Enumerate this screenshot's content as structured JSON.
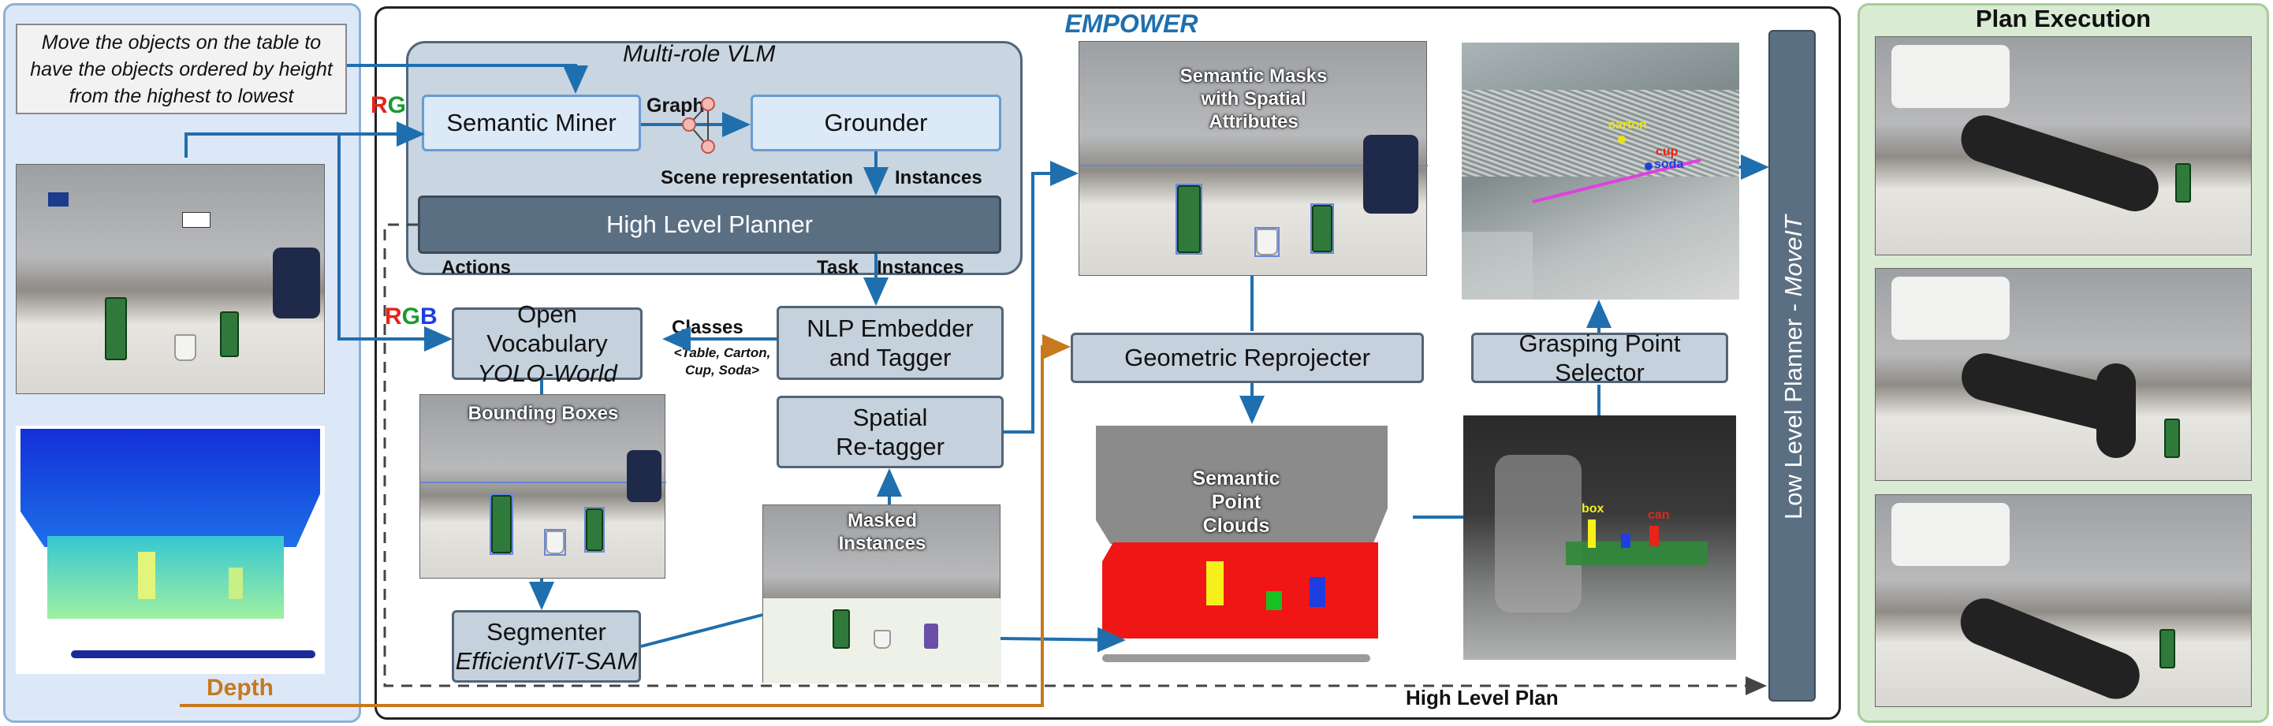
{
  "title": "EMPOWER",
  "instruction": "Move the objects on the table to have the objects ordered by height from the highest to lowest",
  "rgb_labels": {
    "r": "R",
    "g": "G",
    "b": "B"
  },
  "depth_label": "Depth",
  "vlm_title": "Multi-role VLM",
  "semantic_miner": "Semantic Miner",
  "graph_label": "Graph",
  "grounder": "Grounder",
  "scene_representation": "Scene representation",
  "instances_top": "Instances",
  "high_level_planner": "High Level Planner",
  "actions": "Actions",
  "task": "Task",
  "instances_bottom": "Instances",
  "open_vocab_line1": "Open Vocabulary",
  "open_vocab_line2": "YOLO-World",
  "classes_label": "Classes",
  "classes_list_1": "<Table, Carton,",
  "classes_list_2": "Cup, Soda>",
  "nlp_line1": "NLP Embedder",
  "nlp_line2": "and Tagger",
  "spatial_line1": "Spatial",
  "spatial_line2": "Re-tagger",
  "bounding_boxes": "Bounding Boxes",
  "segmenter_line1": "Segmenter",
  "segmenter_line2": "EfficientViT-SAM",
  "masked_instances_1": "Masked",
  "masked_instances_2": "Instances",
  "semantic_masks_1": "Semantic Masks",
  "semantic_masks_2": "with Spatial",
  "semantic_masks_3": "Attributes",
  "geometric_reprojecter": "Geometric Reprojecter",
  "semantic_pc_1": "Semantic",
  "semantic_pc_2": "Point",
  "semantic_pc_3": "Clouds",
  "grasping_point_selector": "Grasping Point Selector",
  "low_level_planner": "Low Level Planner - ",
  "moveit": "MoveIT",
  "high_level_plan": "High Level Plan",
  "plan_execution": "Plan Execution",
  "rviz_labels": {
    "carton": "carton",
    "cup": "cup",
    "soda": "soda",
    "box": "box",
    "can": "can"
  },
  "colors": {
    "accent_blue": "#1f6fae",
    "depth_orange": "#c8781e",
    "dark_box": "#5b6f83",
    "red": "#e8231a",
    "green": "#1a9a31",
    "blue": "#1e3ee0"
  }
}
